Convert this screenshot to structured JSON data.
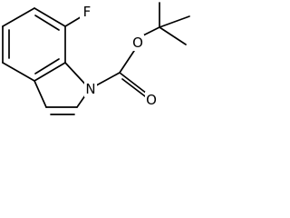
{
  "molecule": {
    "atom_labels": {
      "fluorine": "F",
      "ring_nitrogen": "N",
      "ester_oxygen": "O",
      "carbonyl_oxygen": "O"
    }
  },
  "colors": {
    "bond": "#000000",
    "label": "#000000",
    "background": "#ffffff"
  }
}
